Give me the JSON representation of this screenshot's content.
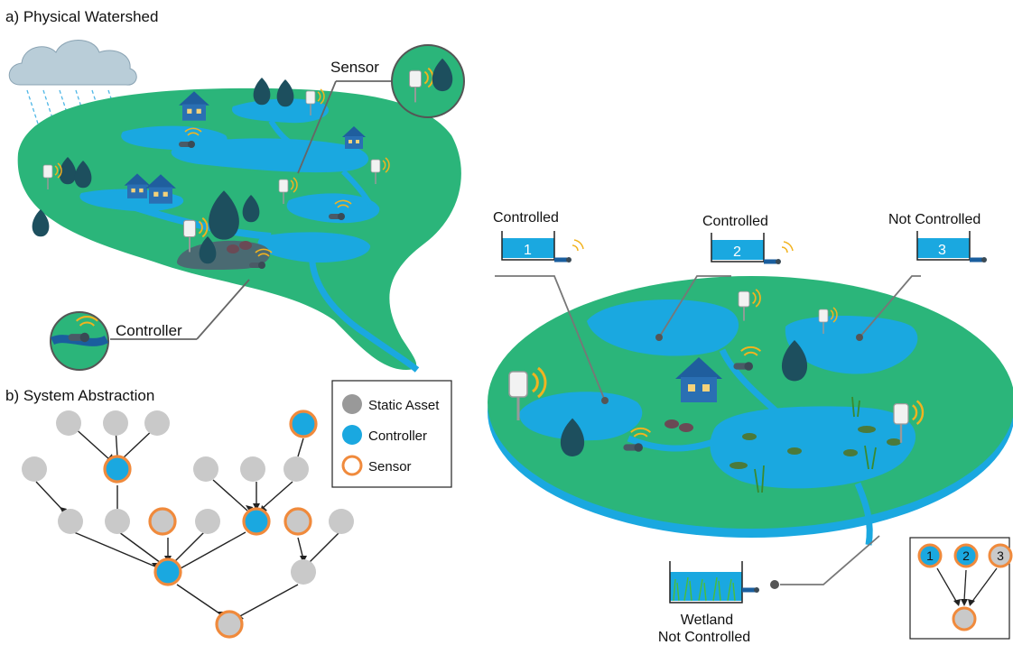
{
  "panel_a": {
    "title": "a) Physical Watershed",
    "sensor_label": "Sensor",
    "controller_label": "Controller"
  },
  "panel_b": {
    "title": "b) System Abstraction",
    "legend": {
      "static": "Static Asset",
      "controller": "Controller",
      "sensor": "Sensor"
    }
  },
  "panel_c": {
    "basin1": {
      "status": "Controlled",
      "number": "1"
    },
    "basin2": {
      "status": "Controlled",
      "number": "2"
    },
    "basin3": {
      "status": "Not Controlled",
      "number": "3"
    },
    "wetland": {
      "line1": "Wetland",
      "line2": "Not Controlled"
    },
    "mini_graph": {
      "n1": "1",
      "n2": "2",
      "n3": "3"
    }
  },
  "colors": {
    "land": "#2bb57a",
    "water": "#1aa8e0",
    "house": "#1f5e9e",
    "tree": "#1d4f5e",
    "static_node": "#c9c9c9",
    "controller_node": "#1aa8e0",
    "sensor_ring": "#f08a3c",
    "cloud": "#b9cdd8",
    "signal": "#f2b31f"
  },
  "icons": [
    "cloud-icon",
    "rain-icon",
    "house-icon",
    "tree-icon",
    "sensor-icon",
    "controller-valve-icon",
    "signal-icon",
    "wetland-grass-icon"
  ]
}
